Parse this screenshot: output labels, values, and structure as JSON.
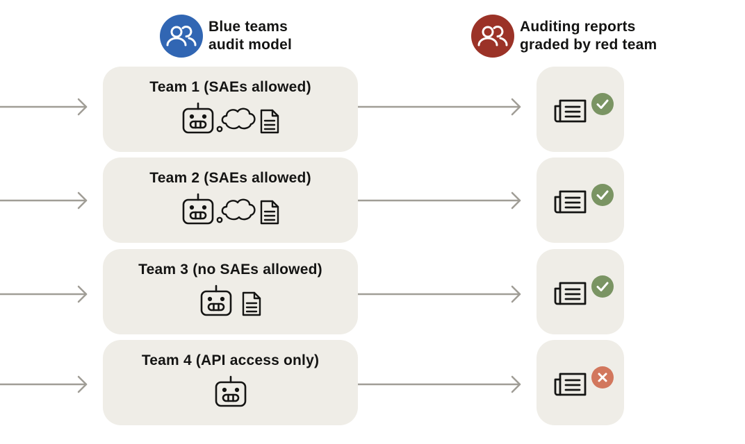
{
  "headers": {
    "blue": {
      "line1": "Blue teams",
      "line2": "audit model",
      "icon": "users-icon",
      "color": "#3166b3"
    },
    "red": {
      "line1": "Auditing reports",
      "line2": "graded by red team",
      "icon": "users-icon",
      "color": "#9b3227"
    }
  },
  "teams": [
    {
      "title": "Team 1 (SAEs allowed)",
      "icons": [
        "robot-icon",
        "thought-bubble-icon",
        "document-icon"
      ],
      "result": "approved"
    },
    {
      "title": "Team 2 (SAEs allowed)",
      "icons": [
        "robot-icon",
        "thought-bubble-icon",
        "document-icon"
      ],
      "result": "approved"
    },
    {
      "title": "Team 3 (no SAEs allowed)",
      "icons": [
        "robot-icon",
        "document-icon"
      ],
      "result": "approved"
    },
    {
      "title": "Team 4 (API access only)",
      "icons": [
        "robot-icon"
      ],
      "result": "rejected"
    }
  ],
  "colors": {
    "card": "#efede7",
    "arrow": "#a09d96",
    "approved": "#7a9463",
    "rejected": "#d2775d"
  }
}
